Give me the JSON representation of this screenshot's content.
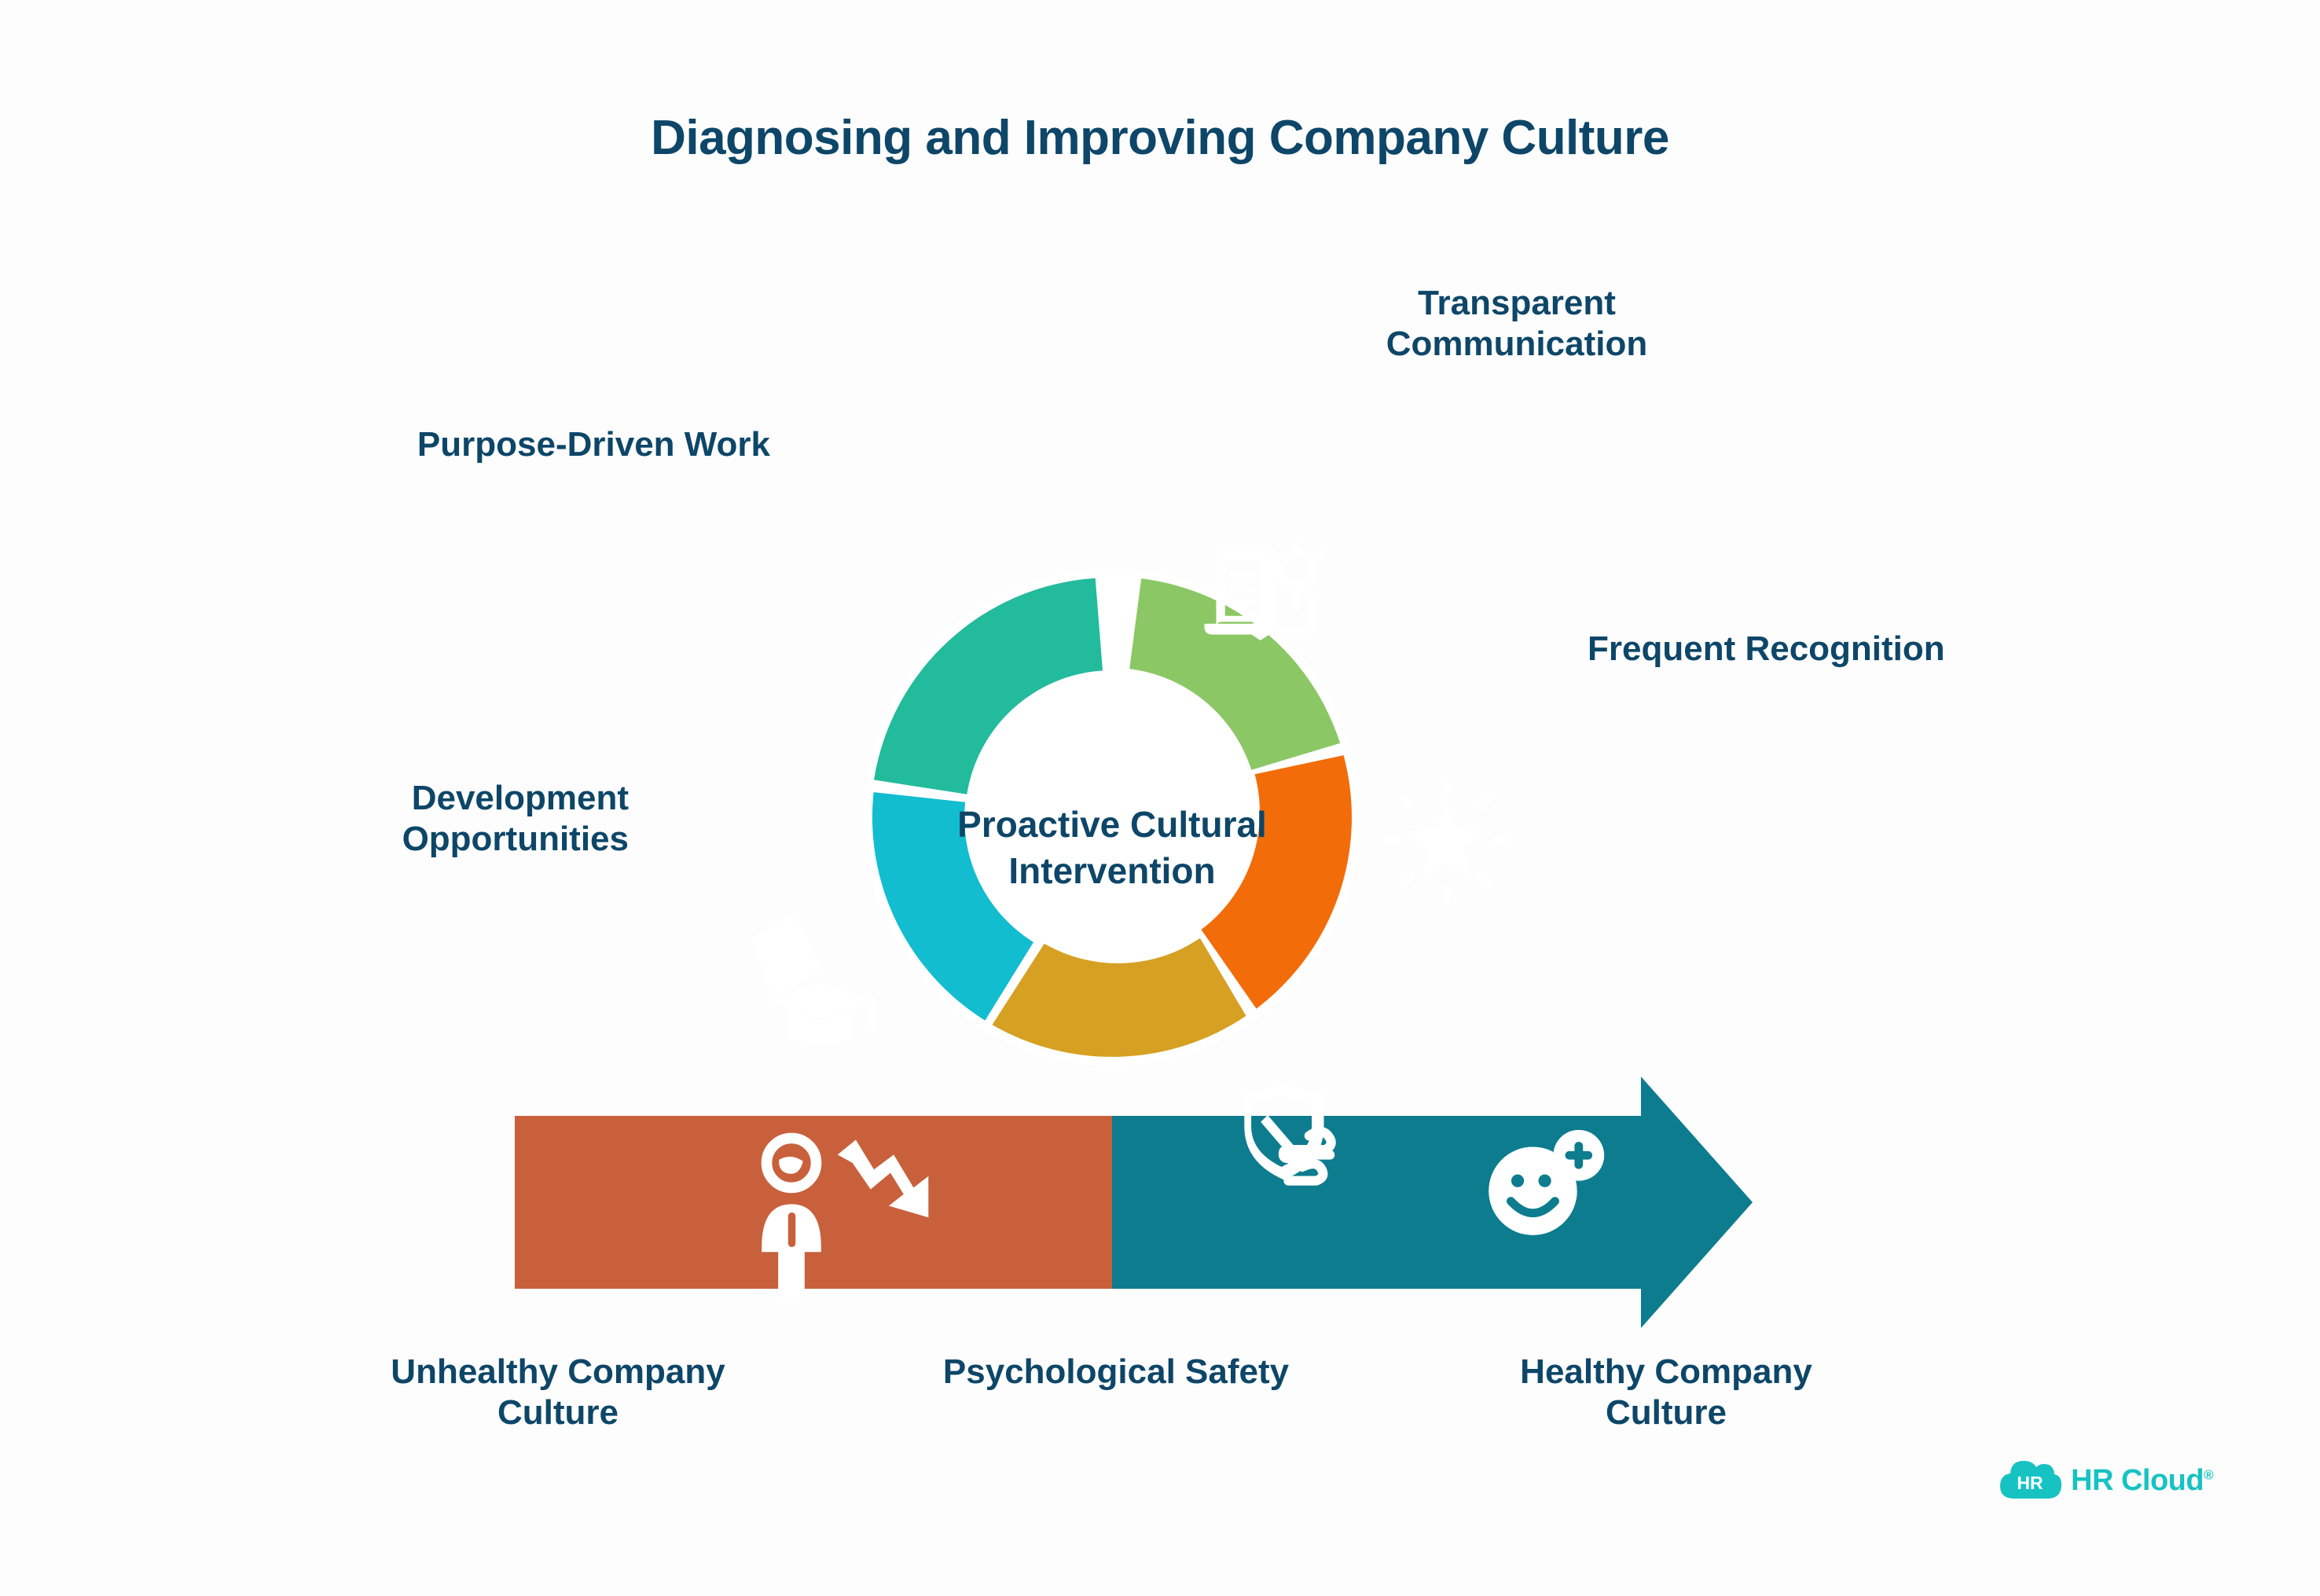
{
  "page": {
    "title": "Diagnosing and Improving Company Culture",
    "background_color": "#fdfdfd",
    "text_color": "#0d4668"
  },
  "center": {
    "line1": "Proactive Cultural",
    "line2": "Intervention",
    "label": "Proactive Cultural Intervention"
  },
  "donut": {
    "segments": [
      {
        "id": "transparent-communication",
        "label_line1": "Transparent",
        "label_line2": "Communication",
        "color": "#8cc765",
        "icon": "book-lightbulb-icon",
        "start_angle": -83,
        "end_angle": -18
      },
      {
        "id": "frequent-recognition",
        "label_line1": "Frequent Recognition",
        "label_line2": "",
        "color": "#f36c0a",
        "icon": "shining-star-icon",
        "start_angle": -15,
        "end_angle": 53
      },
      {
        "id": "psychological-safety",
        "label_line1": "Psychological Safety",
        "label_line2": "",
        "color": "#d6a022",
        "icon": "shield-wind-icon",
        "start_angle": 56,
        "end_angle": 120
      },
      {
        "id": "development-opportunities",
        "label_line1": "Development",
        "label_line2": "Opportunities",
        "color": "#12bdd0",
        "icon": "books-graduation-cap-icon",
        "start_angle": 122,
        "end_angle": 186
      },
      {
        "id": "purpose-driven-work",
        "label_line1": "Purpose-Driven Work",
        "label_line2": "",
        "color": "#22bb9c",
        "icon": "hand-puzzle-piece-icon",
        "start_angle": 188,
        "end_angle": 266
      }
    ]
  },
  "arrow": {
    "unhealthy": {
      "label_line1": "Unhealthy Company",
      "label_line2": "Culture",
      "color": "#c9603c",
      "icon": "sad-person-declining-arrow-icon"
    },
    "healthy": {
      "label_line1": "Healthy Company",
      "label_line2": "Culture",
      "color": "#0d7c8f",
      "icon": "smiley-plus-icon"
    }
  },
  "logo": {
    "mark_text": "HR",
    "word_text": "HR Cloud",
    "registered_mark": "®",
    "color": "#17c2c2"
  }
}
